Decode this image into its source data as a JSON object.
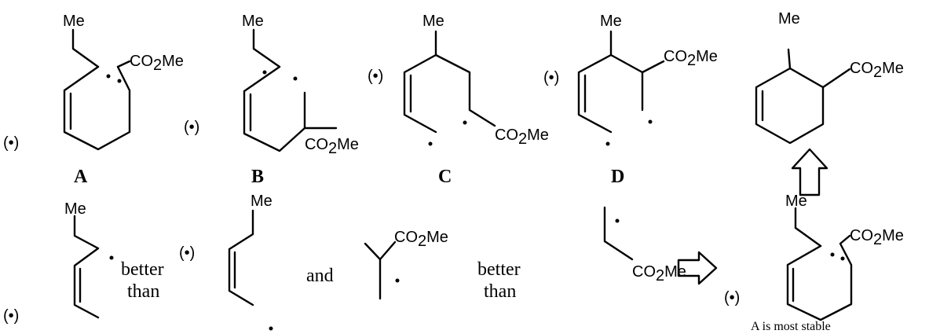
{
  "groups": {
    "me": "Me",
    "co2me_pre": "CO",
    "co2me_sub": "2",
    "co2me_post": "Me",
    "radical_paren": "(•)"
  },
  "labels": {
    "A": "A",
    "B": "B",
    "C": "C",
    "D": "D"
  },
  "comparison": {
    "better_line1": "better",
    "better_line2": "than",
    "and": "and"
  },
  "conclusion": {
    "letter": "A",
    "text": " is most stable"
  }
}
